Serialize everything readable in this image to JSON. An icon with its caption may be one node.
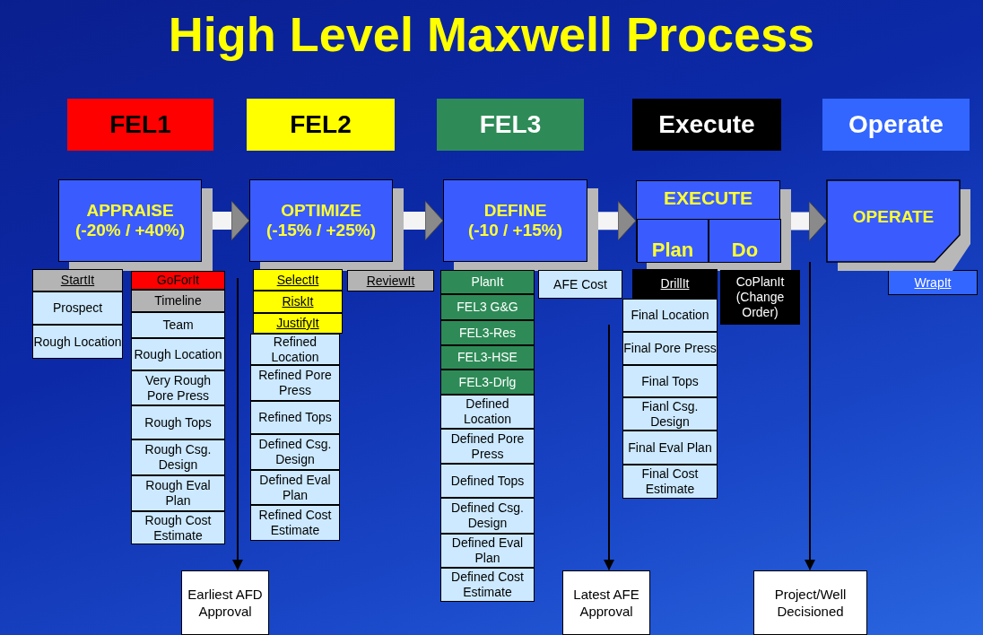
{
  "diagram": {
    "title": "High Level Maxwell Process",
    "nodes": [
      {
        "text": [
          "FEL1"
        ]
      },
      {
        "text": [
          "FEL2"
        ]
      },
      {
        "text": [
          "FEL3"
        ]
      },
      {
        "text": [
          "Execute"
        ]
      },
      {
        "text": [
          "Operate"
        ]
      },
      {
        "text": [
          "APPRAISE",
          "(-20% / +40%)"
        ]
      },
      {
        "text": [
          "OPTIMIZE",
          "(-15% / +25%)"
        ]
      },
      {
        "text": [
          "DEFINE",
          "(-10 / +15%)"
        ]
      },
      {
        "text": [
          "EXECUTE"
        ]
      },
      {
        "text": [
          "Plan"
        ],
        "in": 8
      },
      {
        "text": [
          "Do"
        ],
        "in": 8
      },
      {
        "text": [
          "OPERATE"
        ]
      },
      {
        "text": [
          "StartIt"
        ]
      },
      {
        "text": [
          "Prospect"
        ]
      },
      {
        "text": [
          "Rough Location"
        ]
      },
      {
        "text": [
          "GoForIt"
        ]
      },
      {
        "text": [
          "Timeline"
        ]
      },
      {
        "text": [
          "Team"
        ]
      },
      {
        "text": [
          "Rough Location"
        ]
      },
      {
        "text": [
          "Very Rough Pore Press"
        ]
      },
      {
        "text": [
          "Rough Tops"
        ]
      },
      {
        "text": [
          "Rough Csg. Design"
        ]
      },
      {
        "text": [
          "Rough Eval Plan"
        ]
      },
      {
        "text": [
          "Rough Cost Estimate"
        ]
      },
      {
        "text": [
          "SelectIt"
        ]
      },
      {
        "text": [
          "RiskIt"
        ]
      },
      {
        "text": [
          "JustifyIt"
        ]
      },
      {
        "text": [
          "Refined Location"
        ]
      },
      {
        "text": [
          "Refined Pore Press"
        ]
      },
      {
        "text": [
          "Refined Tops"
        ]
      },
      {
        "text": [
          "Defined Csg. Design"
        ]
      },
      {
        "text": [
          "Defined Eval Plan"
        ]
      },
      {
        "text": [
          "Refined Cost Estimate"
        ]
      },
      {
        "text": [
          "ReviewIt"
        ]
      },
      {
        "text": [
          "PlanIt"
        ]
      },
      {
        "text": [
          "FEL3 G&G"
        ]
      },
      {
        "text": [
          "FEL3-Res"
        ]
      },
      {
        "text": [
          "FEL3-HSE"
        ]
      },
      {
        "text": [
          "FEL3-Drlg"
        ]
      },
      {
        "text": [
          "Defined Location"
        ]
      },
      {
        "text": [
          "Defined Pore Press"
        ]
      },
      {
        "text": [
          "Defined Tops"
        ]
      },
      {
        "text": [
          "Defined Csg. Design"
        ]
      },
      {
        "text": [
          "Defined Eval Plan"
        ]
      },
      {
        "text": [
          "Defined Cost Estimate"
        ]
      },
      {
        "text": [
          "AFE Cost"
        ]
      },
      {
        "text": [
          "DrillIt"
        ]
      },
      {
        "text": [
          "Final Location"
        ]
      },
      {
        "text": [
          "Final Pore Press"
        ]
      },
      {
        "text": [
          "Final Tops"
        ]
      },
      {
        "text": [
          "Fianl Csg. Design"
        ]
      },
      {
        "text": [
          "Final Eval Plan"
        ]
      },
      {
        "text": [
          "Final Cost Estimate"
        ]
      },
      {
        "text": [
          "CoPlanIt (Change Order)"
        ]
      },
      {
        "text": [
          "WrapIt"
        ]
      },
      {
        "text": [
          "Earliest AFD Approval"
        ]
      },
      {
        "text": [
          "Latest AFE Approval"
        ]
      },
      {
        "text": [
          "Project/Well Decisioned"
        ]
      }
    ],
    "edges": [
      {
        "from": 5,
        "to": 6,
        "arrow": "to"
      },
      {
        "from": 6,
        "to": 7,
        "arrow": "to"
      },
      {
        "from": 7,
        "to": 8,
        "arrow": "to"
      },
      {
        "from": 8,
        "to": 11,
        "arrow": "to"
      },
      {
        "from": null,
        "to": 55,
        "arrow": "to",
        "color": "#000000"
      },
      {
        "from": null,
        "to": 56,
        "arrow": "to",
        "color": "#000000"
      },
      {
        "from": null,
        "to": 57,
        "arrow": "to",
        "color": "#000000"
      }
    ]
  }
}
